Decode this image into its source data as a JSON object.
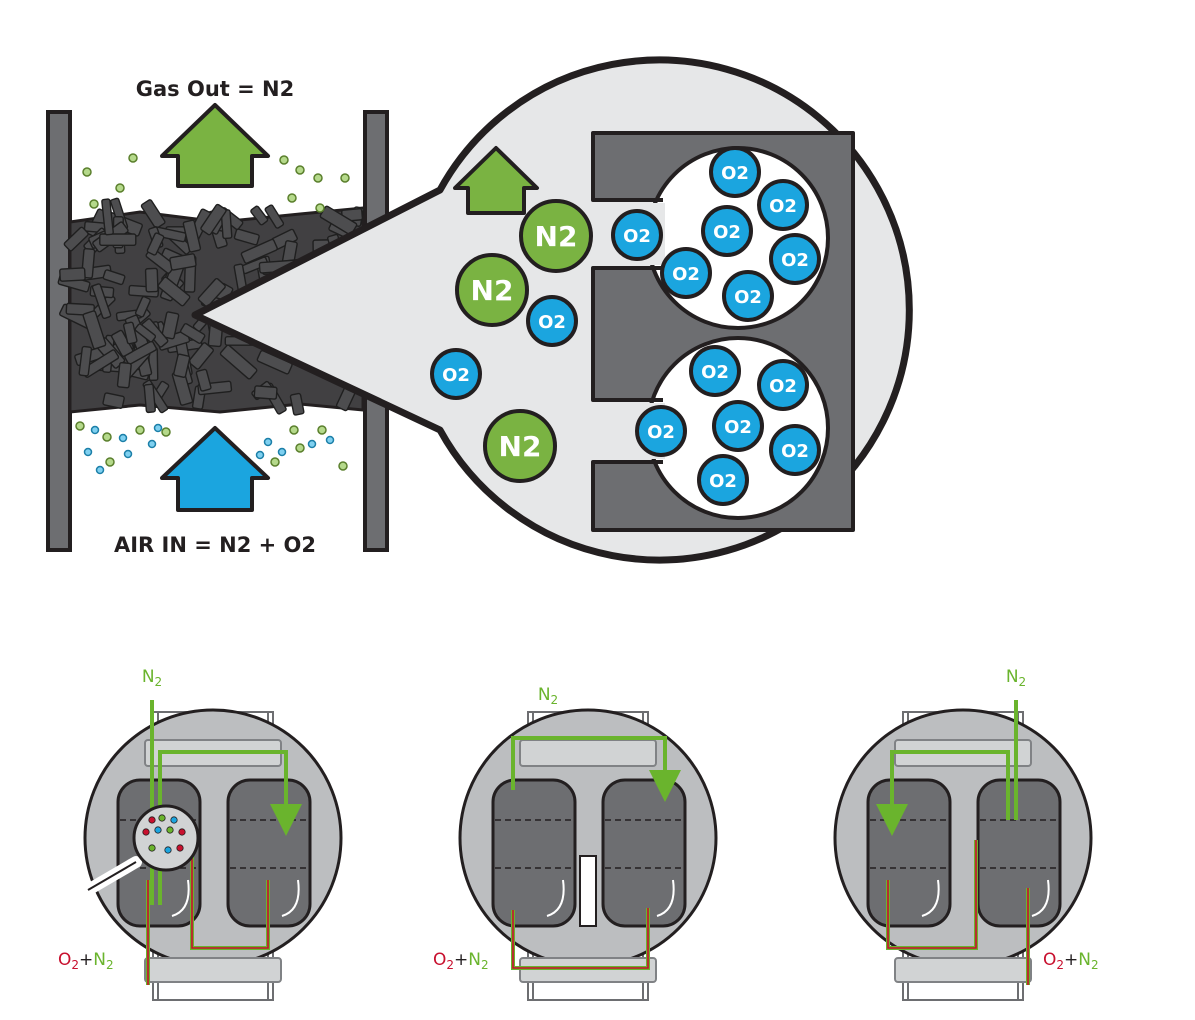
{
  "colors": {
    "carbon": "#414042",
    "wall": "#6d6e71",
    "lens_fill": "#e6e7e8",
    "nitrogen": "#7ab342",
    "oxygen": "#1ba5df",
    "air_arrow": "#1ba5df",
    "gas_arrow": "#7ab342",
    "outline": "#231f20",
    "oxygen_label": "#c8102e"
  },
  "labels": {
    "gas_out": "Gas Out = N2",
    "air_in": "AIR IN = N2 + O2"
  },
  "molecules": {
    "n2": "N2",
    "o2": "O2"
  },
  "cycle_panels": [
    {
      "out_label": "N",
      "out_sub": "2",
      "in_o": "O",
      "in_o_sub": "2",
      "in_plus": "+",
      "in_n": "N",
      "in_n_sub": "2"
    },
    {
      "out_label": "N",
      "out_sub": "2",
      "in_o": "O",
      "in_o_sub": "2",
      "in_plus": "+",
      "in_n": "N",
      "in_n_sub": "2"
    },
    {
      "out_label": "N",
      "out_sub": "2",
      "in_o": "O",
      "in_o_sub": "2",
      "in_plus": "+",
      "in_n": "N",
      "in_n_sub": "2"
    }
  ]
}
